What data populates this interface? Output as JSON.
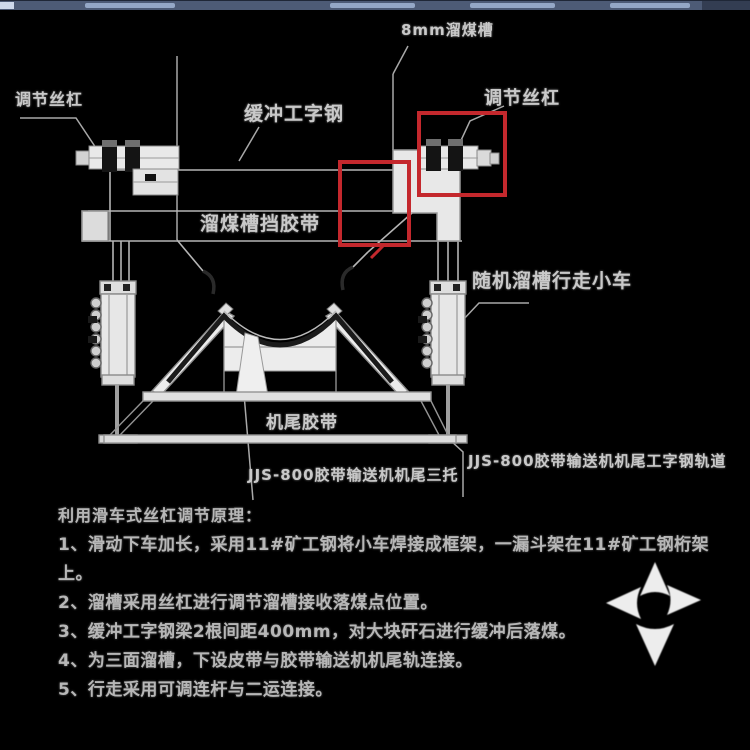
{
  "page": {
    "background_color": "#000000",
    "top_strip_color": "#4d5b76"
  },
  "diagram": {
    "highlight_color": "#c4282d",
    "line_color": "#b5b5b5",
    "labels": {
      "chute_8mm": "8mm溜煤槽",
      "adjust_screw_left": "调节丝杠",
      "buffer_ibeam": "缓冲工字钢",
      "adjust_screw_right": "调节丝杠",
      "chute_belt_guard": "溜煤槽挡胶带",
      "trolley": "随机溜槽行走小车",
      "tail_belt": "机尾胶带",
      "tail_idler": "JJS-800胶带输送机机尾三托",
      "tail_track": "JJS-800胶带输送机机尾工字钢轨道"
    }
  },
  "notes": {
    "title": "利用滑车式丝杠调节原理：",
    "items": [
      "1、滑动下车加长，采用11#矿工钢将小车焊接成框架，一漏斗架在11#矿工钢桁架",
      "上。",
      "2、溜槽采用丝杠进行调节溜槽接收落煤点位置。",
      "3、缓冲工字钢梁2根间距400mm，对大块矸石进行缓冲后落煤。",
      "4、为三面溜槽，下设皮带与胶带输送机机尾轨连接。",
      "5、行走采用可调连杆与二运连接。"
    ]
  },
  "cursor": {
    "name": "move-cursor-star",
    "color": "#ededed"
  }
}
